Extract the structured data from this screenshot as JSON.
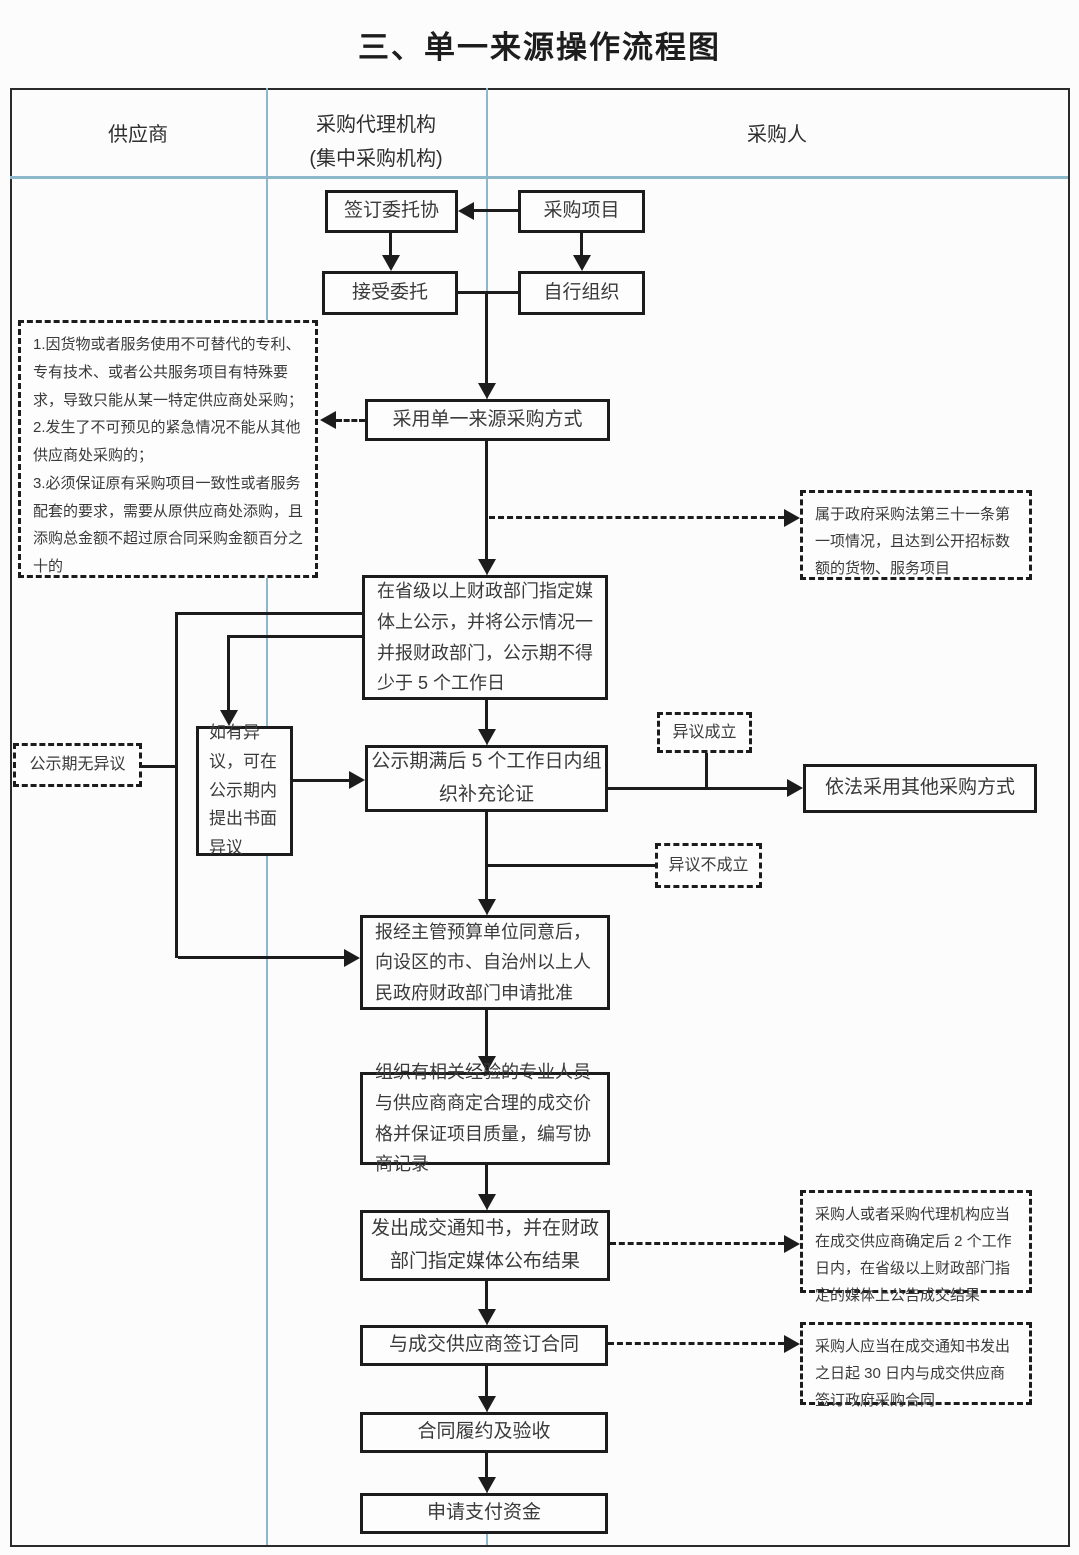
{
  "title": "三、单一来源操作流程图",
  "lanes": {
    "supplier": "供应商",
    "agency": "采购代理机构",
    "agency_sub": "(集中采购机构)",
    "purchaser": "采购人"
  },
  "nodes": {
    "sign_agreement": "签订委托协",
    "procurement_project": "采购项目",
    "accept_commission": "接受委托",
    "self_organize": "自行组织",
    "adopt_method": "采用单一来源采购方式",
    "publicity": "在省级以上财政部门指定媒体上公示，并将公示情况一并报财政部门，公示期不得少于 5 个工作日",
    "objection": "如有异议，可在公示期内提出书面异议",
    "supplement": "公示期满后 5 个工作日内组织补充论证",
    "other_method": "依法采用其他采购方式",
    "approval": "报经主管预算单位同意后，向设区的市、自治州以上人民政府财政部门申请批准",
    "negotiate": "组织有相关经验的专业人员与供应商商定合理的成交价格并保证项目质量，编写协商记录",
    "notice": "发出成交通知书，并在财政部门指定媒体公布结果",
    "sign_contract": "与成交供应商签订合同",
    "perform_check": "合同履约及验收",
    "payment": "申请支付资金"
  },
  "notes": {
    "reasons": {
      "item1": "1.因货物或者服务使用不可替代的专利、专有技术、或者公共服务项目有特殊要求，导致只能从某一特定供应商处采购；",
      "item2": "2.发生了不可预见的紧急情况不能从其他供应商处采购的；",
      "item3": "3.必须保证原有采购项目一致性或者服务配套的要求，需要从原供应商处添购，且添购总金额不超过原合同采购金额百分之十的"
    },
    "law_scope": "属于政府采购法第三十一条第一项情况，且达到公开招标数额的货物、服务项目",
    "no_objection": "公示期无异议",
    "objection_sustained": "异议成立",
    "objection_rejected": "异议不成立",
    "announce_result": "采购人或者采购代理机构应当在成交供应商确定后 2 个工作日内，在省级以上财政部门指定的媒体上公告成交结果",
    "contract_deadline": "采购人应当在成交通知书发出之日起 30 日内与成交供应商签订政府采购合同"
  },
  "colors": {
    "lane_divider": "#8db8cc",
    "flow_line": "#1c1c1c",
    "background": "#fcfcfc"
  }
}
